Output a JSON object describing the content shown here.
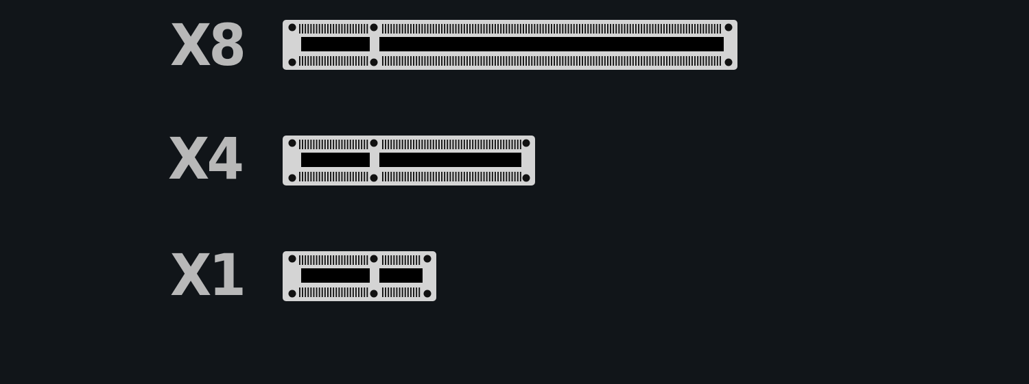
{
  "colors": {
    "background": "#111519",
    "label": "#b8b8b8",
    "connector_body": "#d4d4d4",
    "pins": "#111111",
    "slot_opening": "#000000"
  },
  "slots": [
    {
      "label": "X8",
      "icon": "pcie-x8-slot-icon"
    },
    {
      "label": "X4",
      "icon": "pcie-x4-slot-icon"
    },
    {
      "label": "X1",
      "icon": "pcie-x1-slot-icon"
    }
  ]
}
